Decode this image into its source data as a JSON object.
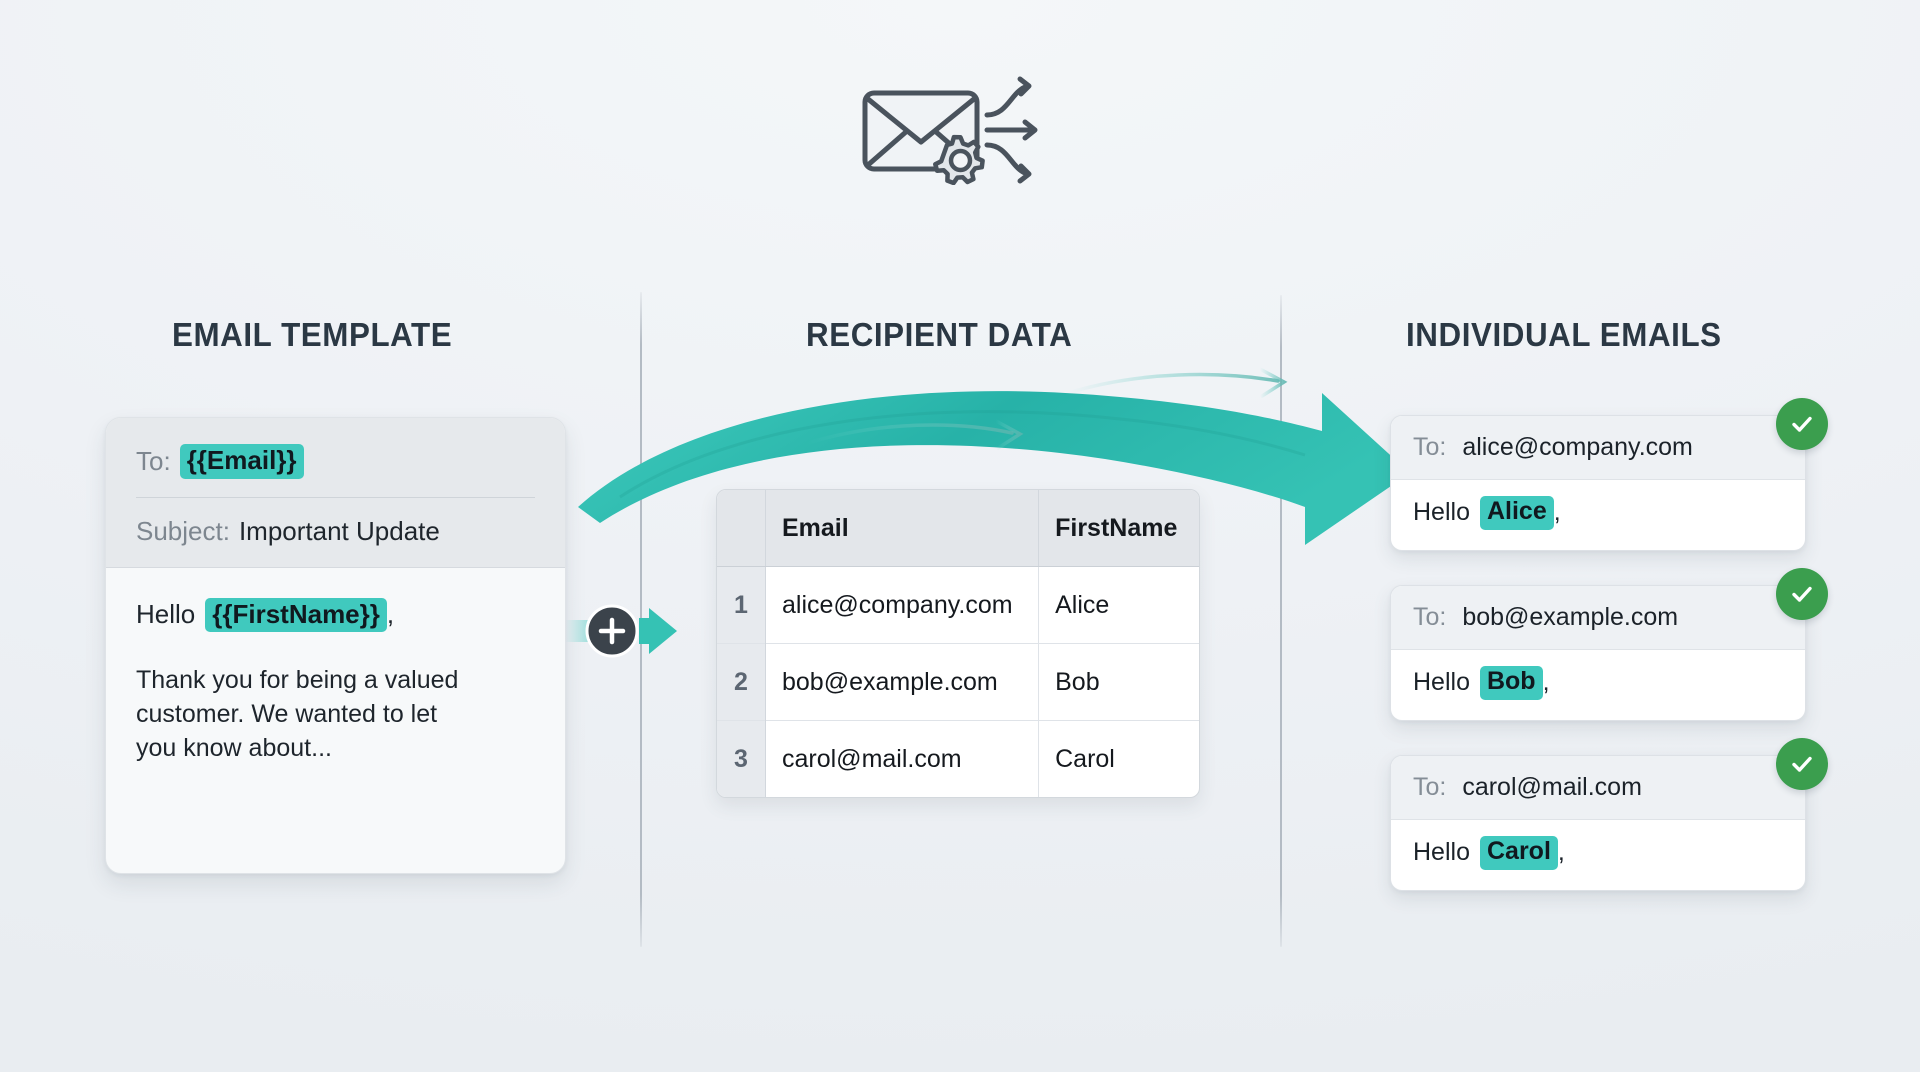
{
  "hero": {
    "icon": "envelope-gear-distribute-icon"
  },
  "columns": {
    "template_title": "EMAIL TEMPLATE",
    "data_title": "RECIPIENT DATA",
    "emails_title": "INDIVIDUAL EMAILS"
  },
  "template": {
    "to_label": "To:",
    "to_value": "{{Email}}",
    "subject_label": "Subject:",
    "subject_value": "Important Update",
    "greeting_prefix": "Hello",
    "greeting_tag": "{{FirstName}}",
    "greeting_suffix": ",",
    "body": "Thank you for being a valued customer. We wanted to let you know about..."
  },
  "connector": {
    "icon": "plus-circle-icon",
    "arrow": "arrow-right-icon"
  },
  "flow": {
    "arrow": "curved-merge-arrow-icon"
  },
  "table": {
    "columns": [
      "",
      "Email",
      "FirstName"
    ],
    "rows": [
      {
        "num": "1",
        "email": "alice@company.com",
        "first_name": "Alice"
      },
      {
        "num": "2",
        "email": "bob@example.com",
        "first_name": "Bob"
      },
      {
        "num": "3",
        "email": "carol@mail.com",
        "first_name": "Carol"
      }
    ]
  },
  "emails": [
    {
      "to_label": "To:",
      "to_value": "alice@company.com",
      "greeting_prefix": "Hello",
      "greeting_name": "Alice",
      "greeting_suffix": ",",
      "status": "sent-check-icon"
    },
    {
      "to_label": "To:",
      "to_value": "bob@example.com",
      "greeting_prefix": "Hello",
      "greeting_name": "Bob",
      "greeting_suffix": ",",
      "status": "sent-check-icon"
    },
    {
      "to_label": "To:",
      "to_value": "carol@mail.com",
      "greeting_prefix": "Hello",
      "greeting_name": "Carol",
      "greeting_suffix": ",",
      "status": "sent-check-icon"
    }
  ],
  "colors": {
    "accent_teal": "#40c9be",
    "flow_arrow": "#35c2b4",
    "success_green": "#3b9e4e",
    "heading": "#2b3844",
    "background": "#eef1f5"
  }
}
